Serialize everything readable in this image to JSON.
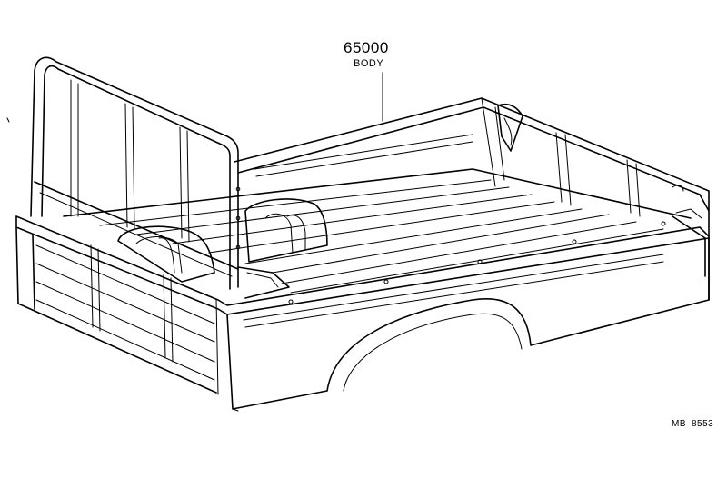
{
  "callout": {
    "part_number": "65000",
    "part_name": "BODY"
  },
  "figure_code": {
    "prefix": "MB",
    "number": "8553"
  },
  "colors": {
    "line": "#000000",
    "background": "#ffffff"
  }
}
